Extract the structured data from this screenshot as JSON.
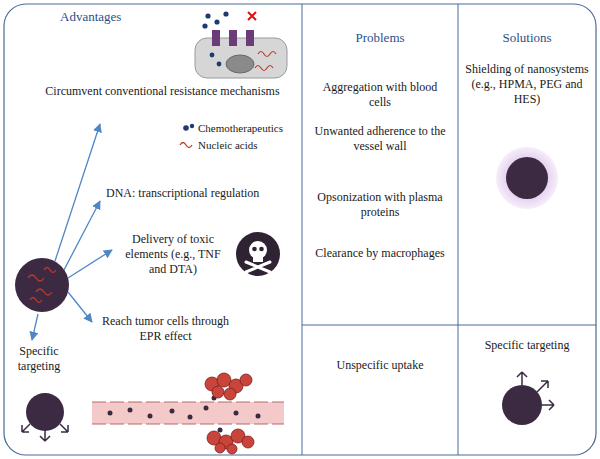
{
  "diagram": {
    "nodes": [
      {
        "text": [
          "Advantages",
          "Circumvent conventional resistance mechanisms",
          "DNA: transcriptional regulation",
          "Delivery of toxic elements (e.g., TNF and DTA)",
          "Reach tumor cells through EPR effect",
          "Specific targeting"
        ]
      },
      {
        "text": [
          "Problems"
        ]
      },
      {
        "text": [
          "Aggregation with blood cells",
          "Unwanted adherence to the vessel wall",
          "Opsonization with plasma proteins",
          "Clearance by macrophages"
        ]
      },
      {
        "text": [
          "Unspecific uptake"
        ]
      },
      {
        "text": [
          "Solutions"
        ]
      },
      {
        "text": [
          "Shielding of nanosystems (e.g., HPMA, PEG and HES)"
        ]
      },
      {
        "text": [
          "Specific targeting"
        ]
      }
    ],
    "legend": [
      {
        "text": "Chemotherapeutics"
      },
      {
        "text": "Nucleic acids"
      }
    ]
  }
}
